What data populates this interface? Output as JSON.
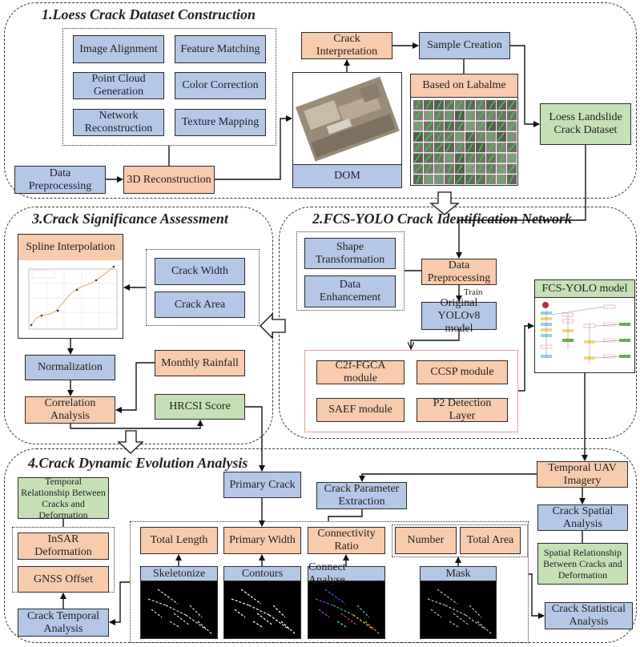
{
  "sections": {
    "s1": "1.Loess Crack Dataset Construction",
    "s2": "2.FCS-YOLO Crack Identification Network",
    "s3": "3.Crack Significance Assessment",
    "s4": "4.Crack Dynamic Evolution Analysis"
  },
  "s1": {
    "image_alignment": "Image Alignment",
    "feature_matching": "Feature Matching",
    "point_cloud": "Point Cloud Generation",
    "color_correction": "Color Correction",
    "network_reconstruction": "Network Reconstruction",
    "texture_mapping": "Texture Mapping",
    "data_preprocessing": "Data Preprocessing",
    "reconstruction_3d": "3D Reconstruction",
    "dom": "DOM",
    "crack_interpretation": "Crack Interpretation",
    "sample_creation": "Sample Creation",
    "labalme": "Based on Labalme",
    "dataset": "Loess Landslide Crack Dataset"
  },
  "s2": {
    "shape_transformation": "Shape Transformation",
    "data_enhancement": "Data Enhancement",
    "data_preprocessing": "Data Preprocessing",
    "train": "Train",
    "yolov8": "Original YOLOv8 model",
    "c2f": "C2f-FGCA module",
    "ccsp": "CCSP module",
    "saef": "SAEF module",
    "p2": "P2 Detection Layer",
    "fcs_yolo": "FCS-YOLO model"
  },
  "s3": {
    "spline": "Spline Interpolation",
    "crack_width": "Crack Width",
    "crack_area": "Crack Area",
    "normalization": "Normalization",
    "monthly_rainfall": "Monthly Rainfall",
    "correlation": "Correlation Analysis",
    "hrcsi": "HRCSI Score"
  },
  "s4": {
    "temporal_relationship": "Temporal Relationship Between Cracks and Deformation",
    "insar": "InSAR Deformation",
    "gnss": "GNSS Offset",
    "temporal_analysis": "Crack Temporal Analysis",
    "primary_crack": "Primary Crack",
    "parameter_extraction": "Crack Parameter Extraction",
    "total_length": "Total Length",
    "primary_width": "Primary Width",
    "connectivity_ratio": "Connectivity Ratio",
    "number": "Number",
    "total_area": "Total Area",
    "skeletonize": "Skeletonize",
    "contours": "Contours",
    "connect_analyse": "Connect Analyse",
    "mask": "Mask",
    "uav": "Temporal UAV Imagery",
    "spatial_analysis": "Crack Spatial Analysis",
    "spatial_relationship": "Spatial Relationship Between Cracks and Deformation",
    "statistical_analysis": "Crack Statistical Analysis"
  },
  "colors": {
    "blue": "#b4c7e7",
    "orange": "#f8cbad",
    "green": "#c5e0b4",
    "module_border": "#d9343a"
  }
}
